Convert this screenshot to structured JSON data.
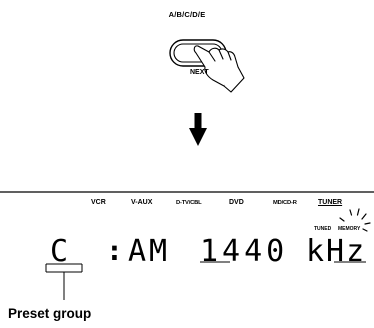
{
  "selector_label": "A/B/C/D/E",
  "button_label": "NEXT",
  "sources": [
    "VCR",
    "V-AUX",
    "D-TV/CBL",
    "DVD",
    "MD/CD-R",
    "TUNER"
  ],
  "indicators": {
    "tuned": "TUNED",
    "memory": "MEMORY"
  },
  "display": {
    "group": "C",
    "separator": ":",
    "band": "AM",
    "frequency": "1440",
    "unit": "kHz"
  },
  "caption": "Preset group"
}
